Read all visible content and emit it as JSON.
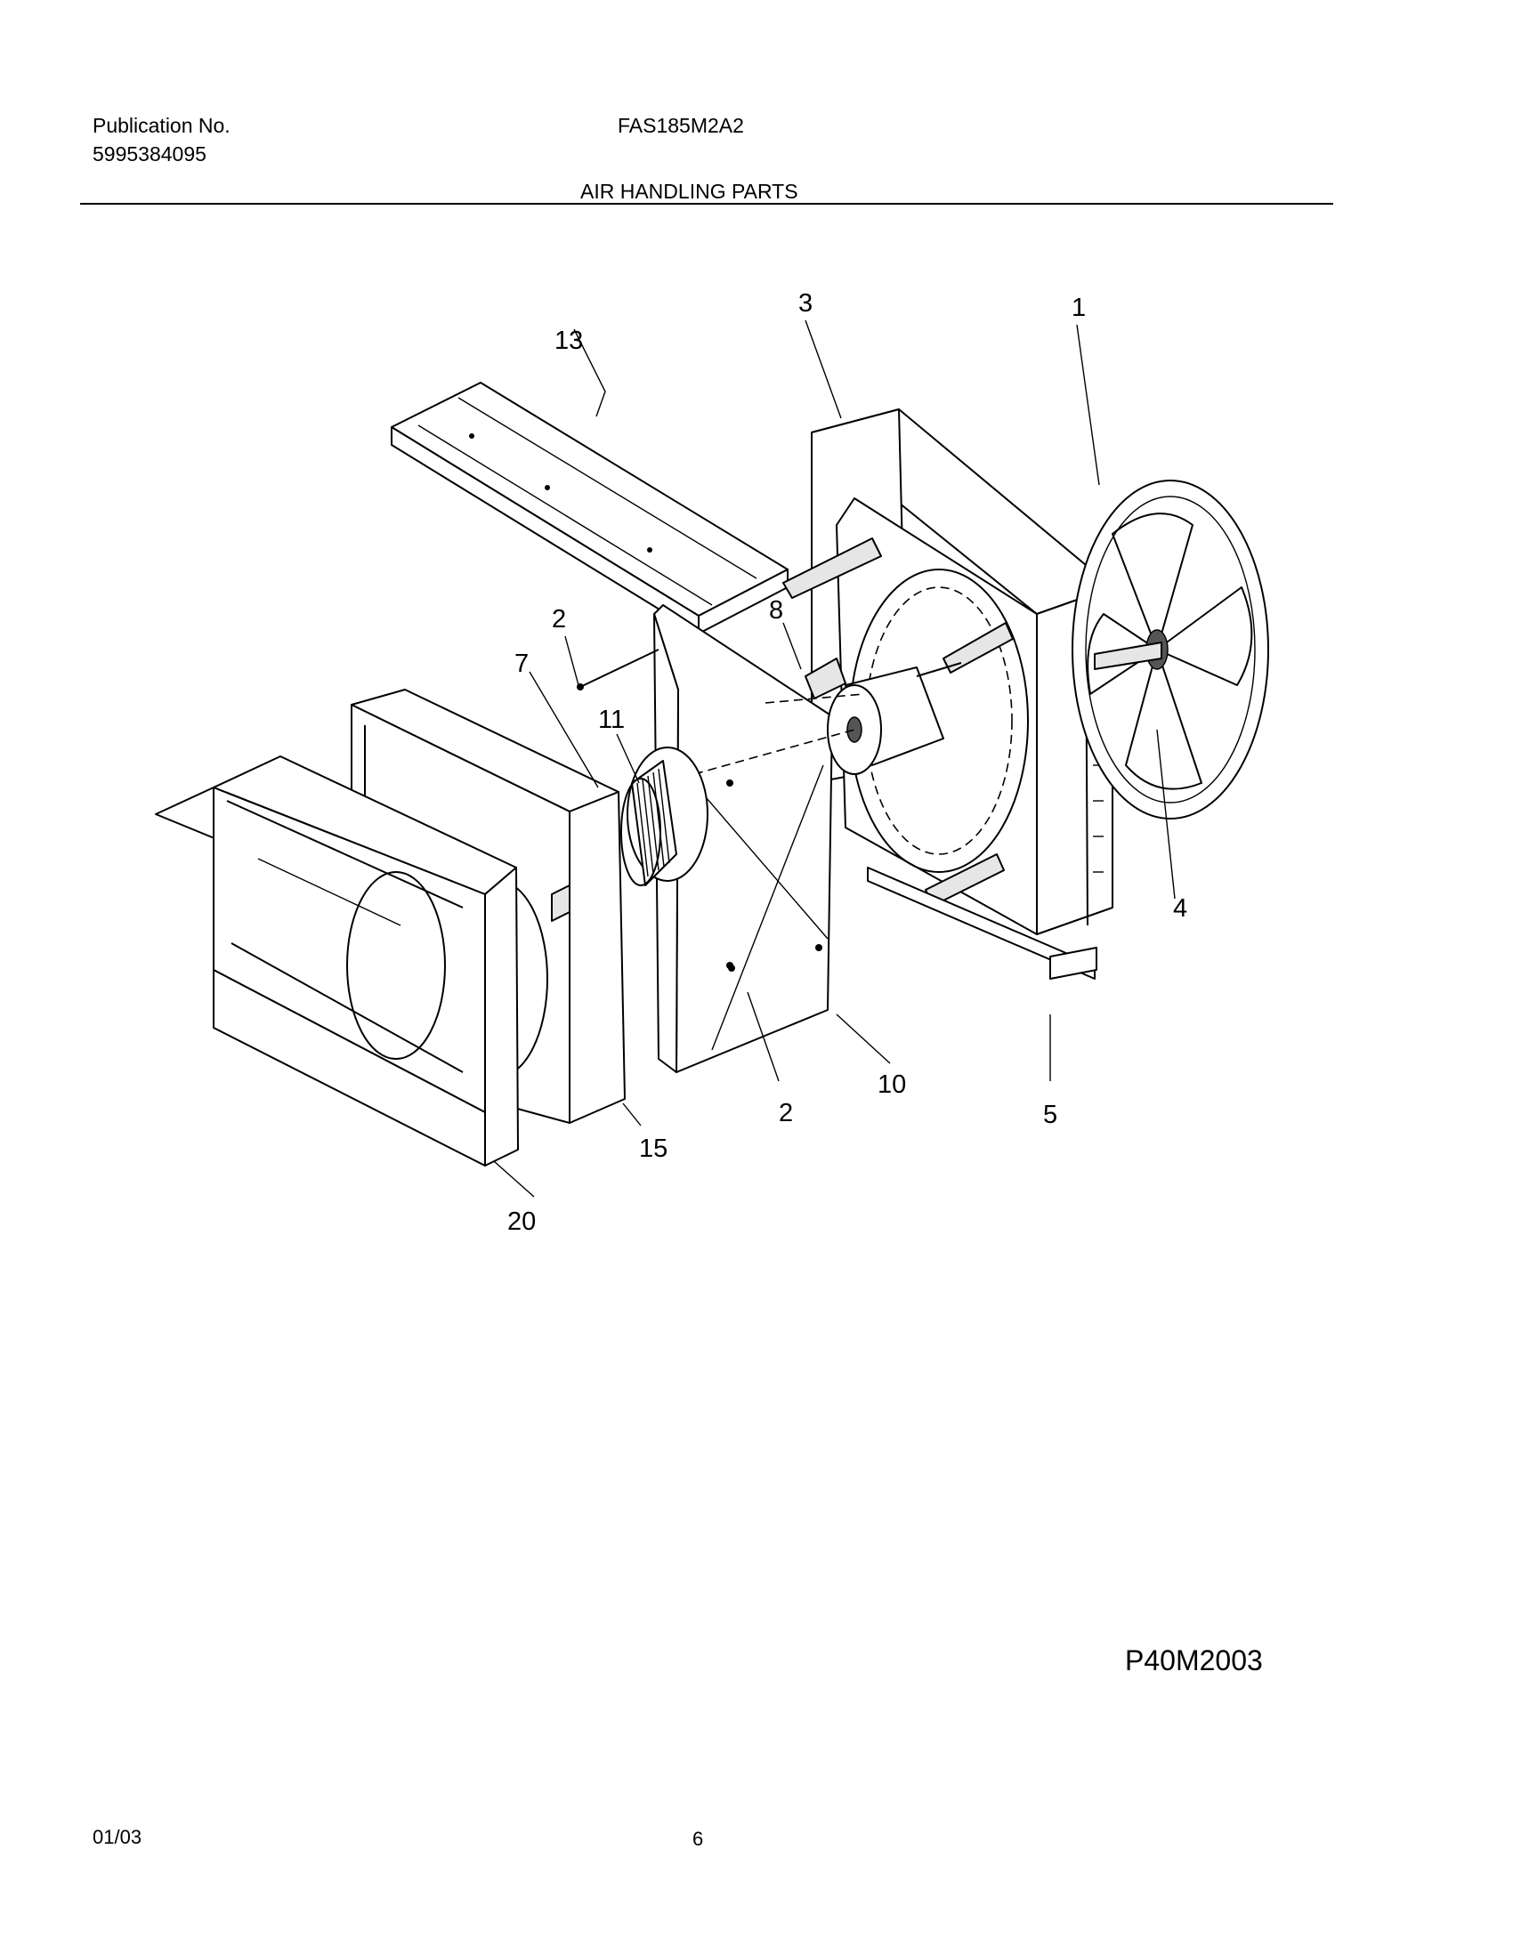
{
  "header": {
    "publication_label": "Publication No.",
    "publication_number": "5995384095",
    "model": "FAS185M2A2",
    "section_title": "AIR HANDLING PARTS"
  },
  "callouts": {
    "c1": "1",
    "c2a": "2",
    "c2b": "2",
    "c3": "3",
    "c4": "4",
    "c5": "5",
    "c7": "7",
    "c8": "8",
    "c10": "10",
    "c11": "11",
    "c13": "13",
    "c15": "15",
    "c20": "20"
  },
  "footer": {
    "figure_code": "P40M2003",
    "date": "01/03",
    "page_number": "6"
  }
}
